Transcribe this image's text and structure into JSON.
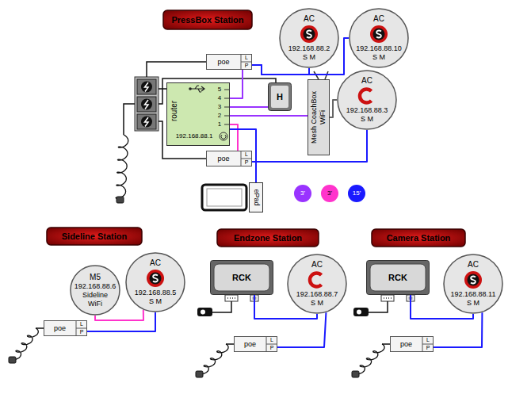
{
  "diagram": {
    "nodes": [
      {
        "text": [
          "PressBox Station"
        ]
      },
      {
        "text": [
          "AC",
          "192.168.88.2",
          "S M"
        ]
      },
      {
        "text": [
          "AC",
          "192.168.88.10",
          "S M"
        ]
      },
      {
        "text": [
          "poe",
          "L",
          "P"
        ]
      },
      {
        "text": [
          "H"
        ]
      },
      {
        "text": [
          "router",
          "5",
          "4",
          "3",
          "2",
          "1",
          "192.168.88.1"
        ]
      },
      {
        "text": [
          "Mesh CoachBox WiFi"
        ]
      },
      {
        "text": [
          "AC",
          "192.168.88.3",
          "S M"
        ]
      },
      {
        "text": [
          "poe",
          "L",
          "P"
        ]
      },
      {
        "text": [
          "ePad"
        ]
      },
      {
        "text": [
          "3'"
        ]
      },
      {
        "text": [
          "3'"
        ]
      },
      {
        "text": [
          "15'"
        ]
      },
      {
        "text": [
          "Sideline Station"
        ]
      },
      {
        "text": [
          "Endzone Station"
        ]
      },
      {
        "text": [
          "Camera Station"
        ]
      },
      {
        "text": [
          "M5",
          "192.168.88.6",
          "Sideline WiFi"
        ]
      },
      {
        "text": [
          "AC",
          "192.168.88.5",
          "S M"
        ]
      },
      {
        "text": [
          "poe",
          "L",
          "P"
        ]
      },
      {
        "text": [
          "RCK"
        ]
      },
      {
        "text": [
          "AC",
          "192.168.88.7",
          "S M"
        ]
      },
      {
        "text": [
          "poe",
          "L",
          "P"
        ]
      },
      {
        "text": [
          "RCK"
        ]
      },
      {
        "text": [
          "AC",
          "192.168.88.11",
          "S M"
        ]
      },
      {
        "text": [
          "poe",
          "L",
          "P"
        ]
      }
    ],
    "edges": [
      {
        "from": 3,
        "to": 1,
        "arrow": "none"
      },
      {
        "from": 3,
        "to": 2,
        "arrow": "none"
      },
      {
        "from": 5,
        "to": 3,
        "arrow": "none"
      },
      {
        "from": 5,
        "to": 4,
        "arrow": "none"
      },
      {
        "from": 5,
        "to": 6,
        "arrow": "none"
      },
      {
        "from": 5,
        "to": 8,
        "arrow": "none"
      },
      {
        "from": 8,
        "to": 7,
        "arrow": "none"
      },
      {
        "from": 5,
        "to": 9,
        "arrow": "none"
      },
      {
        "from": 6,
        "to": 7,
        "arrow": "none"
      },
      {
        "from": 16,
        "to": 17,
        "arrow": "none"
      },
      {
        "from": 18,
        "to": 17,
        "arrow": "none"
      },
      {
        "from": 19,
        "to": 20,
        "arrow": "none"
      },
      {
        "from": 21,
        "to": 20,
        "arrow": "none"
      },
      {
        "from": 22,
        "to": 23,
        "arrow": "none"
      },
      {
        "from": 24,
        "to": 23,
        "arrow": "none"
      }
    ]
  }
}
